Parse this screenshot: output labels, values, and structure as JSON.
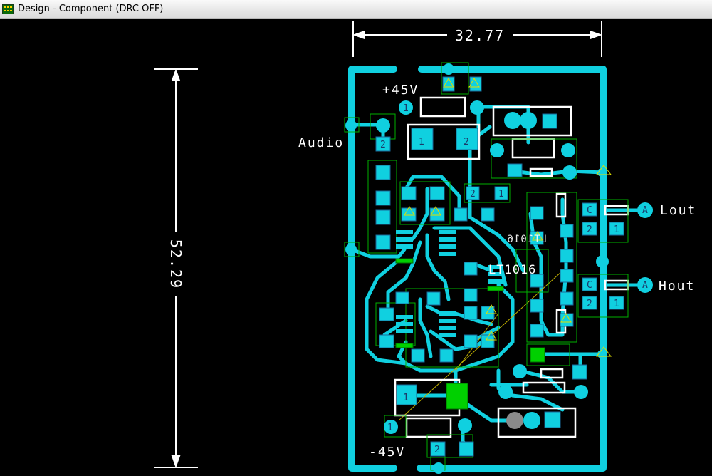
{
  "window": {
    "title": "Design - Component (DRC OFF)"
  },
  "dimensions": {
    "width_label": "32.77",
    "height_label": "52.29"
  },
  "labels": {
    "plus_voltage": "+45V",
    "minus_voltage": "-45V",
    "audio": "Audio",
    "lout": "Lout",
    "hout": "Hout",
    "ic_name": "LT1016",
    "ic_name_mirrored": "LT1016"
  },
  "pad_labels": {
    "one": "1",
    "two": "2",
    "c": "C",
    "a": "A"
  },
  "colors": {
    "background": "#000000",
    "trace": "#10d0e0",
    "pad_green": "#00d000",
    "silkscreen": "#ffffff",
    "outline_green": "#00b000",
    "via_gray": "#8a8a8a"
  }
}
